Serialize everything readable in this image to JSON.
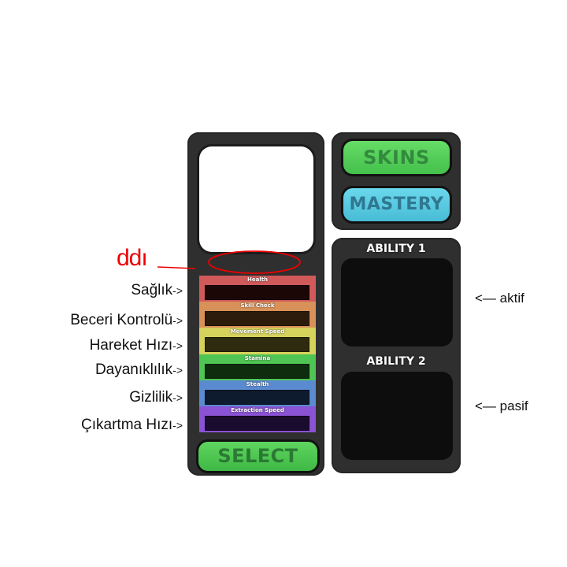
{
  "left_panel": {
    "stats": [
      {
        "label": "Health",
        "color": "#d05a5a",
        "bar": "#1c0707"
      },
      {
        "label": "Skill Check",
        "color": "#d89158",
        "bar": "#2d1c0b"
      },
      {
        "label": "Movement Speed",
        "color": "#d6d35c",
        "bar": "#2e2b0e"
      },
      {
        "label": "Stamina",
        "color": "#4fc553",
        "bar": "#0f2c0f"
      },
      {
        "label": "Stealth",
        "color": "#5a8ad0",
        "bar": "#0e1b2e"
      },
      {
        "label": "Extraction Speed",
        "color": "#8a52d4",
        "bar": "#1a0c2e"
      }
    ],
    "select_label": "SELECT"
  },
  "right_panel": {
    "skins_label": "SKINS",
    "mastery_label": "MASTERY",
    "ability1_label": "ABILITY 1",
    "ability2_label": "ABILITY 2"
  },
  "annotations": {
    "name_note": "ddı",
    "stat_notes": [
      "Sağlık",
      "Beceri Kontrolü",
      "Hareket Hızı",
      "Dayanıklılık",
      "Gizlilik",
      "Çıkartma Hızı"
    ],
    "arrow": "->",
    "ability1_note": "aktif",
    "ability2_note": "pasif",
    "left_arrow": "<—"
  }
}
